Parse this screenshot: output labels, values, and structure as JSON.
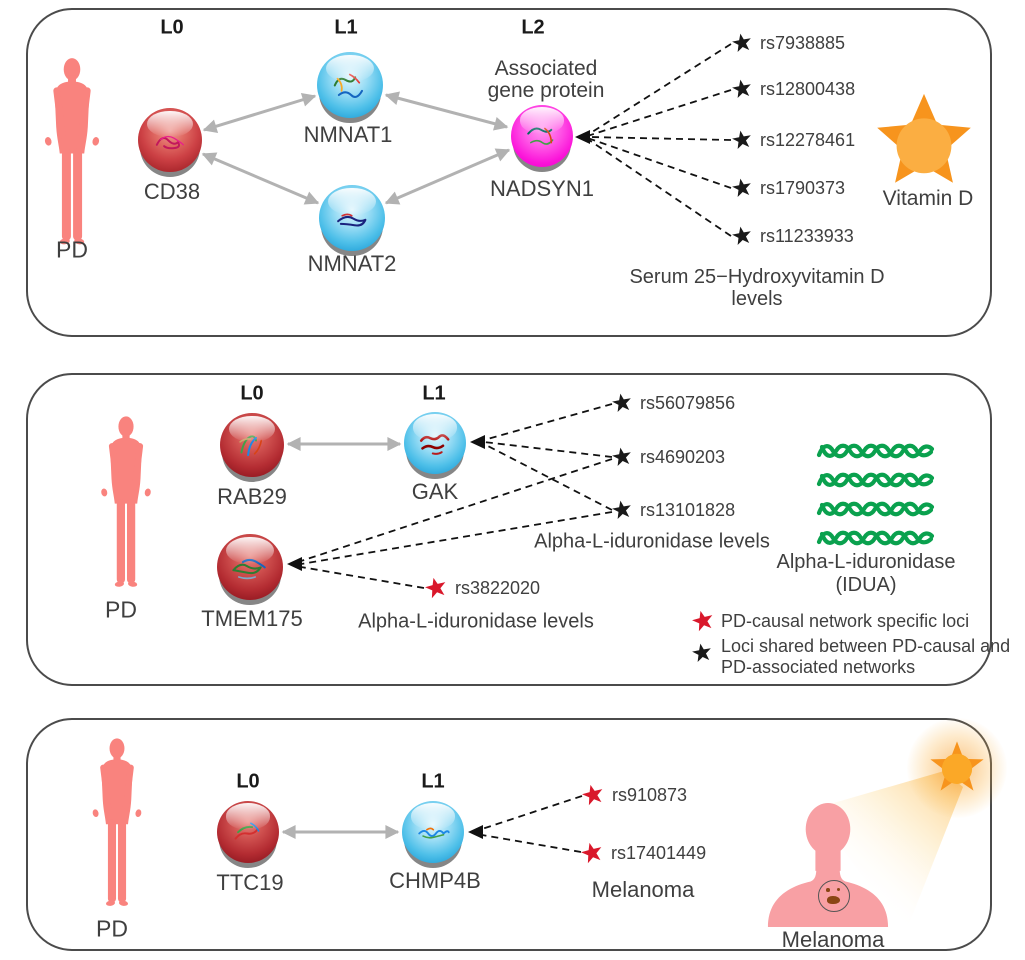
{
  "panel1": {
    "disease": "PD",
    "levels": {
      "l0": "L0",
      "l1": "L1",
      "l2": "L2"
    },
    "annotation_line1": "Associated",
    "annotation_line2": "gene protein",
    "nodes": {
      "cd38": "CD38",
      "nmnat1": "NMNAT1",
      "nmnat2": "NMNAT2",
      "nadsyn1": "NADSYN1"
    },
    "snps": [
      "rs7938885",
      "rs12800438",
      "rs12278461",
      "rs1790373",
      "rs11233933"
    ],
    "trait_line1": "Serum 25−Hydroxyvitamin D",
    "trait_line2": "levels",
    "exposure": "Vitamin D"
  },
  "panel2": {
    "disease": "PD",
    "levels": {
      "l0": "L0",
      "l1": "L1"
    },
    "nodes": {
      "rab29": "RAB29",
      "gak": "GAK",
      "tmem175": "TMEM175"
    },
    "shared_snps": [
      "rs56079856",
      "rs4690203",
      "rs13101828"
    ],
    "specific_snp": "rs3822020",
    "trait_caption_right": "Alpha-L-iduronidase levels",
    "trait_caption_left": "Alpha-L-iduronidase levels",
    "enzyme_line1": "Alpha-L-iduronidase",
    "enzyme_line2": "(IDUA)",
    "legend": {
      "specific": "PD-causal network specific loci",
      "shared_line1": "Loci shared between PD-causal and",
      "shared_line2": "PD-associated networks"
    }
  },
  "panel3": {
    "disease": "PD",
    "levels": {
      "l0": "L0",
      "l1": "L1"
    },
    "nodes": {
      "ttc19": "TTC19",
      "chmp4b": "CHMP4B"
    },
    "snps": [
      "rs910873",
      "rs17401449"
    ],
    "trait_caption": "Melanoma",
    "figure_caption": "Melanoma"
  },
  "colors": {
    "node_l0_sphere": "#B42C32",
    "node_l1_sphere": "#29ABE2",
    "node_l2_sphere": "#FB12D9",
    "shared_locus_star": "#1A1A1A",
    "specific_locus_star": "#D9182B",
    "exposure_star_orange": "#F7941D",
    "human_silhouette": "#F9837E",
    "helix_green": "#0AA14E",
    "gray_arrow": "#B2B2B2",
    "panel_border": "#4B4B4B",
    "text": "#3F3F3F"
  }
}
